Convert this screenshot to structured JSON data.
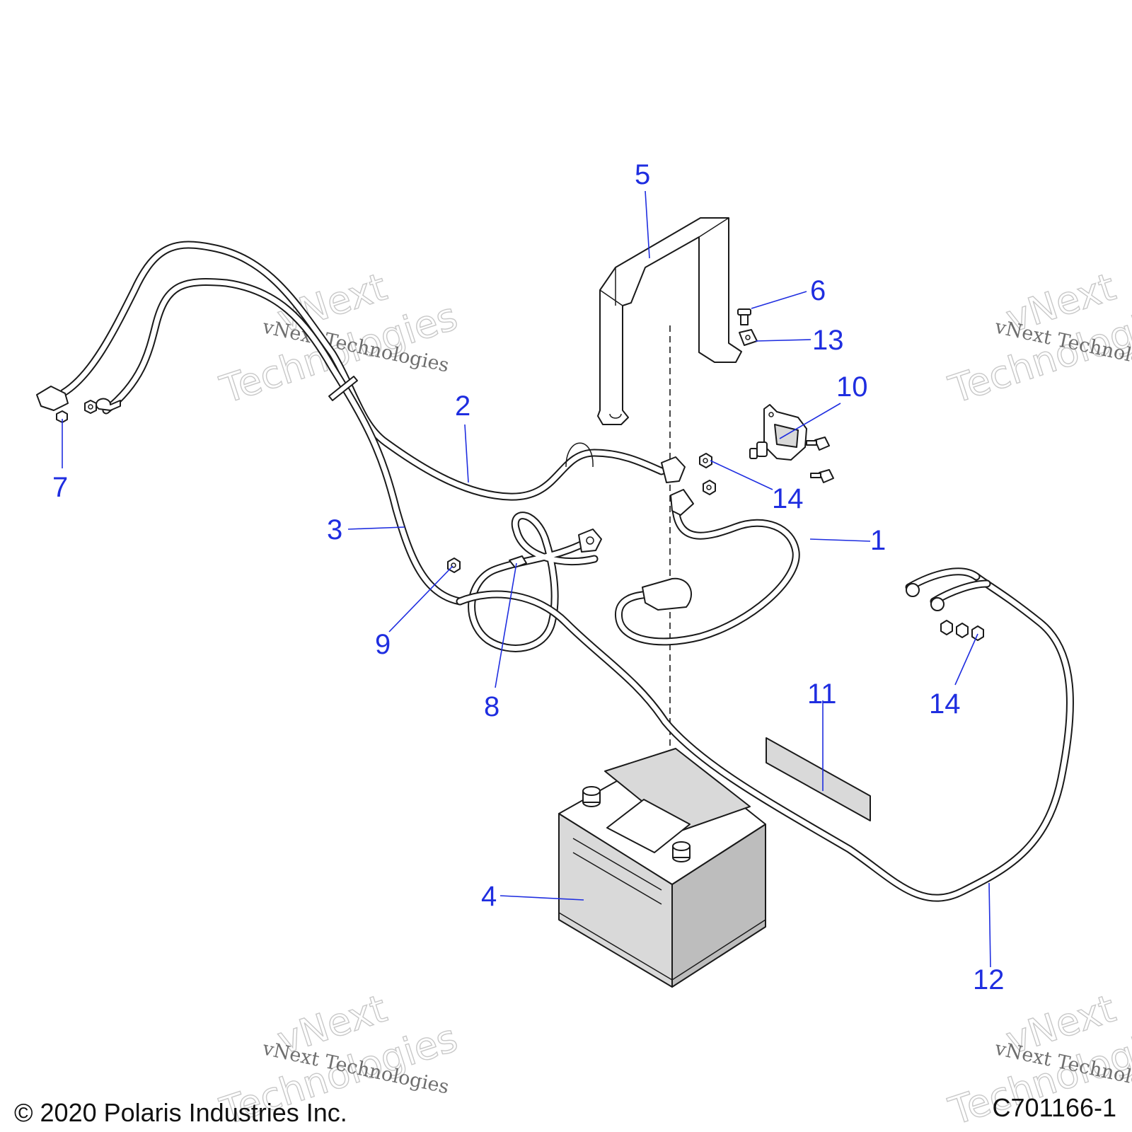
{
  "callouts": [
    {
      "id": "1",
      "label": "1"
    },
    {
      "id": "2",
      "label": "2"
    },
    {
      "id": "3",
      "label": "3"
    },
    {
      "id": "4",
      "label": "4"
    },
    {
      "id": "5",
      "label": "5"
    },
    {
      "id": "6",
      "label": "6"
    },
    {
      "id": "7",
      "label": "7"
    },
    {
      "id": "8",
      "label": "8"
    },
    {
      "id": "9",
      "label": "9"
    },
    {
      "id": "10",
      "label": "10"
    },
    {
      "id": "11",
      "label": "11"
    },
    {
      "id": "12",
      "label": "12"
    },
    {
      "id": "13",
      "label": "13"
    },
    {
      "id": "14a",
      "label": "14"
    },
    {
      "id": "14b",
      "label": "14"
    }
  ],
  "footer": {
    "copyright": "© 2020 Polaris Industries Inc.",
    "drawing_number": "C701166-1"
  },
  "watermark": {
    "line_small": "vNext Technologies",
    "line_big_1": "vNext",
    "line_big_2": "Technologies"
  },
  "colors": {
    "callout": "#1f2ee0",
    "line": "#1a1a1a",
    "battery_fill": "#d9d9d9"
  }
}
